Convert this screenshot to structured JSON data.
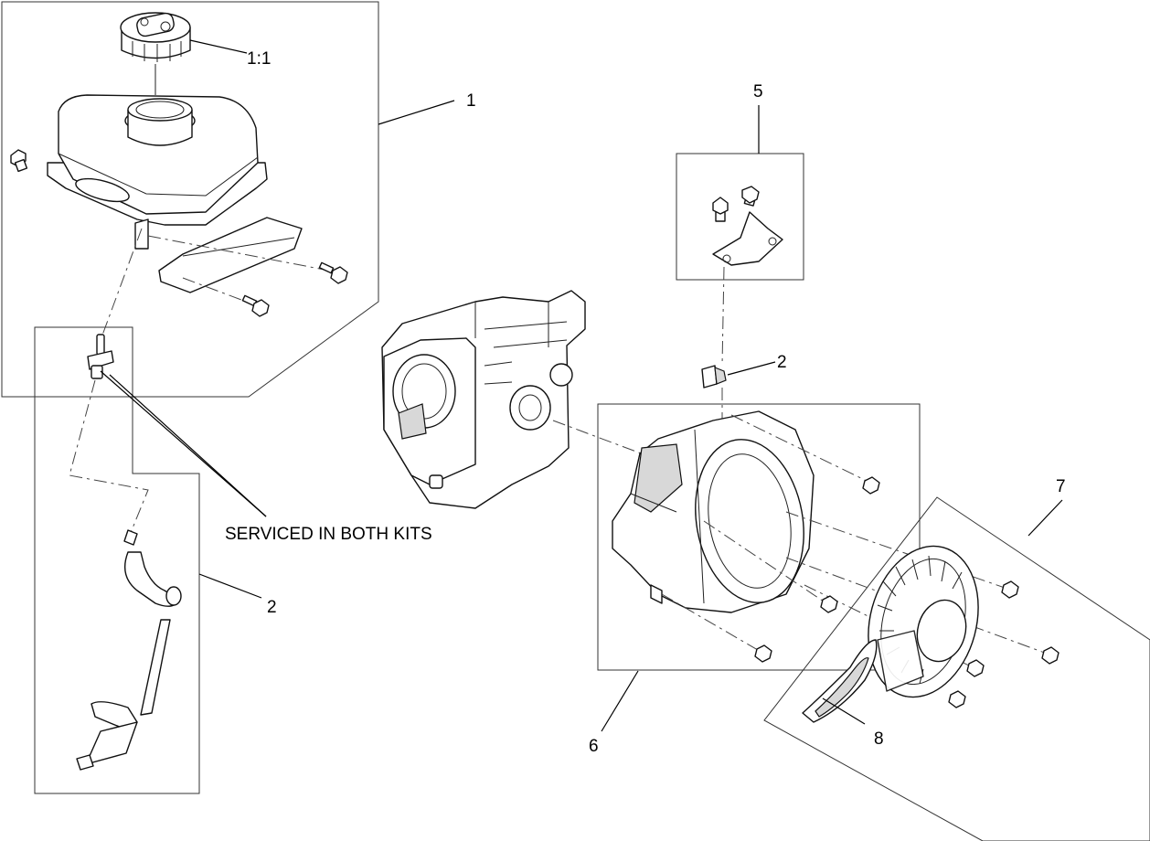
{
  "callouts": {
    "label_1_1": "1:1",
    "label_1": "1",
    "label_5": "5",
    "label_2_upper": "2",
    "label_2_lower": "2",
    "label_7": "7",
    "label_6": "6",
    "label_8": "8",
    "note": "SERVICED IN BOTH KITS"
  },
  "icons": [
    "fuel-cap-icon",
    "fuel-tank-icon",
    "bolt-icon",
    "fuel-valve-icon",
    "fuel-hose-icon",
    "bracket-icon",
    "crankcase-icon",
    "fan-shroud-icon",
    "recoil-starter-icon",
    "starter-grip-icon"
  ]
}
